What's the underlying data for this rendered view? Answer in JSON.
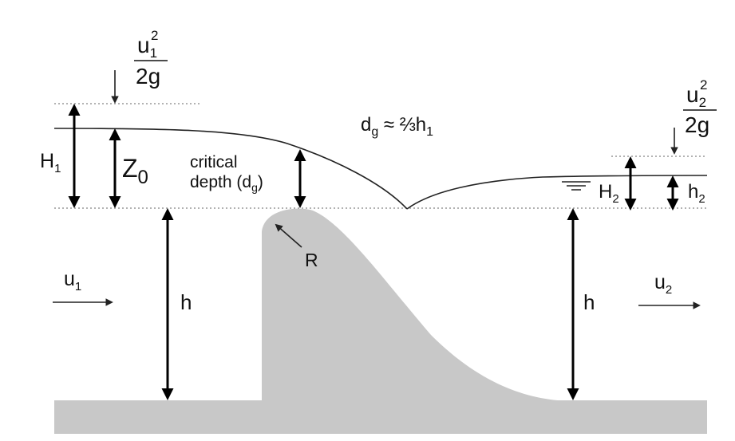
{
  "diagram": {
    "colors": {
      "structure": "#c8c8c8",
      "line": "#000000",
      "reference": "#999999",
      "text": "#111111"
    },
    "labels": {
      "u1_squared": "u",
      "u1_squared_sub": "1",
      "u1_squared_sup": "2",
      "two_g_left": "2g",
      "u2_squared": "u",
      "u2_squared_sub": "2",
      "u2_squared_sup": "2",
      "two_g_right": "2g",
      "dg_formula_base": "d",
      "dg_formula_sub": "g",
      "dg_formula_rest": " ≈ ⅔h",
      "dg_formula_rest_sub": "1",
      "critical_line1": "critical",
      "critical_line2": "depth (d",
      "critical_line2_sub": "g",
      "critical_line2_end": ")",
      "H1": "H",
      "H1_sub": "1",
      "Z0": "Z",
      "Z0_sub": "0",
      "H2": "H",
      "H2_sub": "2",
      "h2": "h",
      "h2_sub": "2",
      "h_left": "h",
      "h_right": "h",
      "R": "R",
      "u1": "u",
      "u1_sub": "1",
      "u2": "u",
      "u2_sub": "2"
    }
  }
}
